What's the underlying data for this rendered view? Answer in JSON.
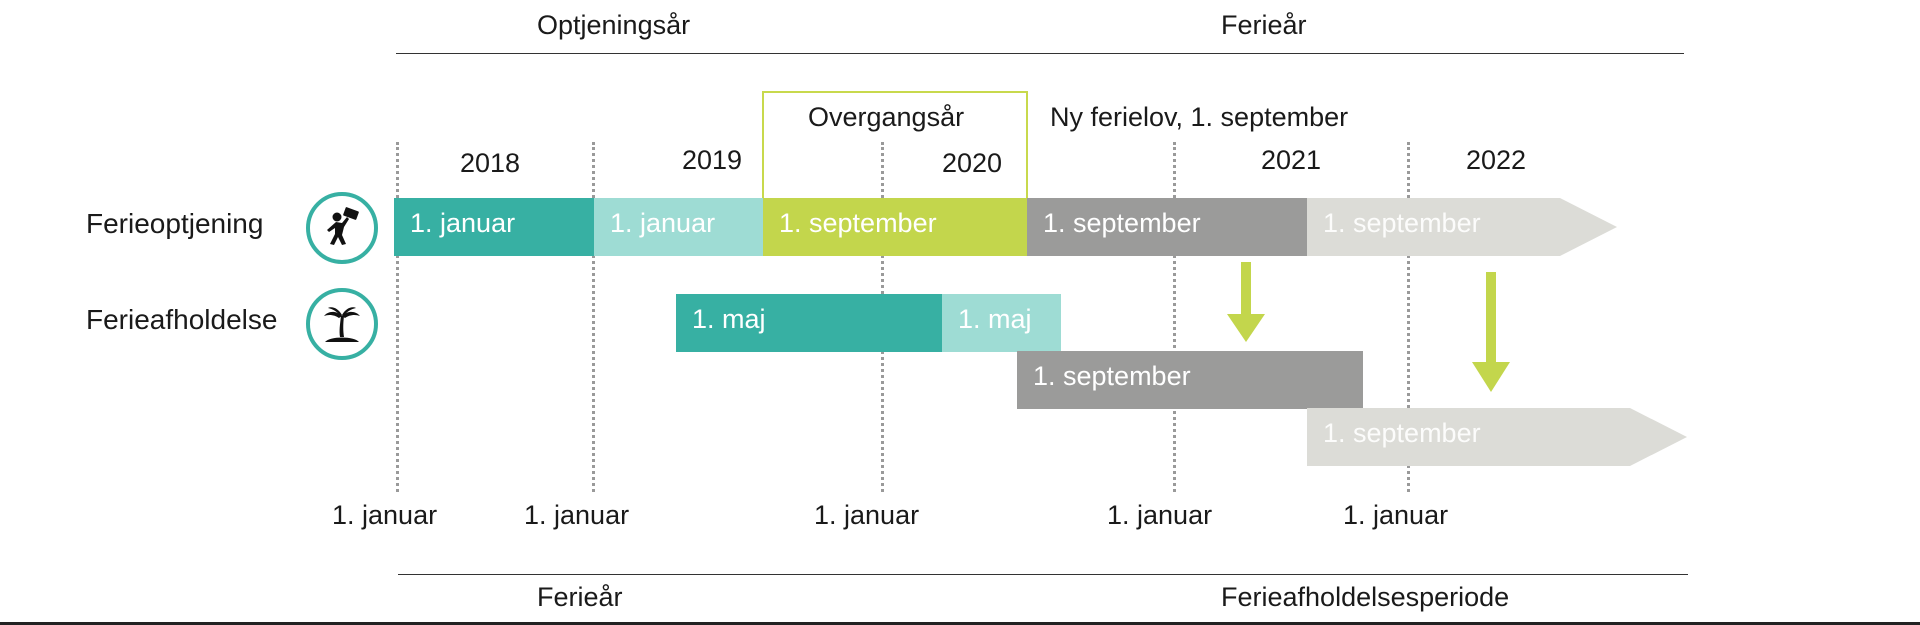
{
  "top": {
    "left_heading": "Optjeningsår",
    "right_heading": "Ferieår"
  },
  "transition": {
    "title": "Overgangsår",
    "new_law": "Ny ferielov, 1. september"
  },
  "years": {
    "y2018": "2018",
    "y2019": "2019",
    "y2020": "2020",
    "y2021": "2021",
    "y2022": "2022"
  },
  "rows": {
    "earning": {
      "label": "Ferieoptjening",
      "icon": "person-waving-money-icon"
    },
    "holiday": {
      "label": "Ferieafholdelse",
      "icon": "palm-tree-island-icon"
    }
  },
  "bars": {
    "earn_1": "1. januar",
    "earn_2": "1. januar",
    "earn_3": "1. september",
    "earn_4": "1. september",
    "earn_5": "1. september",
    "hol_1": "1. maj",
    "hol_2": "1. maj",
    "hol_3": "1. september",
    "hol_4": "1. september"
  },
  "bottom_dates": [
    "1. januar",
    "1. januar",
    "1. januar",
    "1. januar",
    "1. januar"
  ],
  "bottom": {
    "left_heading": "Ferieår",
    "right_heading": "Ferieafholdelsesperiode"
  },
  "colors": {
    "teal": "#37b0a3",
    "light_teal": "#9edcd4",
    "lime": "#c3d64c",
    "dark_gray": "#9b9b9a",
    "light_gray": "#dcdcd7"
  }
}
